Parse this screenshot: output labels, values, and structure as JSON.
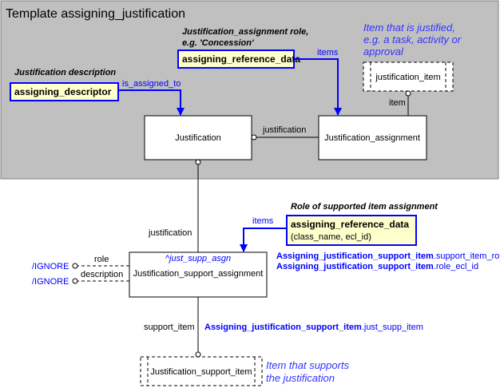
{
  "template_title": "Template assigning_justification",
  "notes": {
    "justification_description": "Justification description",
    "assignment_role_line1": "Justification_assignment role,",
    "assignment_role_line2": "e.g. 'Concession'",
    "justified_item_line1": "Item that is justified,",
    "justified_item_line2": "e.g. a task, activity or",
    "justified_item_line3": "approval",
    "supported_item_role": "Role of supported item assignment",
    "supporting_item_line1": "Item that supports",
    "supporting_item_line2": "the justification"
  },
  "boxes": {
    "assigning_descriptor": "assigning_descriptor",
    "assigning_reference_data_top": "assigning_reference_data",
    "justification_item": "justification_item",
    "justification": "Justification",
    "justification_assignment": "Justification_assignment",
    "assigning_reference_data_bottom": "assigning_reference_data",
    "assigning_reference_data_bottom_params": "(class_name, ecl_id)",
    "justification_support_assignment_ref": "^just_supp_asgn",
    "justification_support_assignment": "Justification_support_assignment",
    "justification_support_item": "Justification_support_item"
  },
  "labels": {
    "is_assigned_to": "is_assigned_to",
    "items_top": "items",
    "item": "item",
    "justification_attr": "justification",
    "justification_vertical": "justification",
    "items_bottom": "items",
    "role": "role",
    "description": "description",
    "ignore_1": "/IGNORE",
    "ignore_2": "/IGNORE",
    "support_item": "support_item"
  },
  "mappings": {
    "m1_bold": "Assigning_justification_support_item",
    "m1_rest": ".support_item_role",
    "m2_bold": "Assigning_justification_support_item",
    "m2_rest": ".role_ecl_id",
    "m3_bold": "Assigning_justification_support_item",
    "m3_rest": ".just_supp_item"
  },
  "colors": {
    "template_bg": "#c0c0c0",
    "highlight_fill": "#ffffcc",
    "blue": "#0000ff",
    "note_blue": "#3333ff"
  }
}
